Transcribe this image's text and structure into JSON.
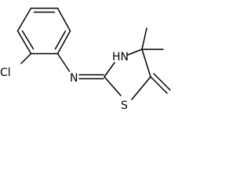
{
  "molecule": {
    "atoms": {
      "chlorine": "Cl",
      "imine_nitrogen": "N",
      "amine_nitrogen": "HN",
      "sulfur": "S"
    }
  },
  "colors": {
    "bond": "#000000",
    "background": "#ffffff"
  }
}
